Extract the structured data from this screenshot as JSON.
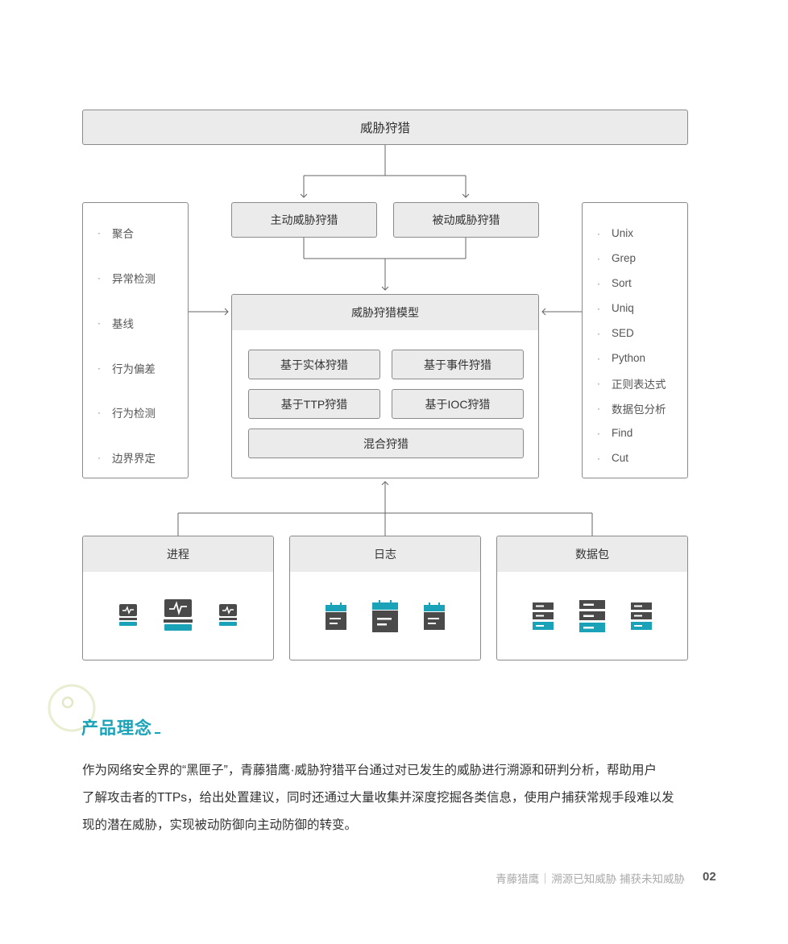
{
  "diagram": {
    "top": "威胁狩猎",
    "active": "主动威胁狩猎",
    "passive": "被动威胁狩猎",
    "model": {
      "title": "威胁狩猎模型",
      "items": [
        "基于实体狩猎",
        "基于事件狩猎",
        "基于TTP狩猎",
        "基于IOC狩猎",
        "混合狩猎"
      ]
    },
    "left_items": [
      "聚合",
      "异常检测",
      "基线",
      "行为偏差",
      "行为检测",
      "边界界定"
    ],
    "right_items": [
      "Unix",
      "Grep",
      "Sort",
      "Uniq",
      "SED",
      "Python",
      "正则表达式",
      "数据包分析",
      "Find",
      "Cut"
    ],
    "sources": [
      {
        "title": "进程",
        "icon": "monitor-icon"
      },
      {
        "title": "日志",
        "icon": "calendar-log-icon"
      },
      {
        "title": "数据包",
        "icon": "server-stack-icon"
      }
    ],
    "bullet": "·"
  },
  "section": {
    "title": "产品理念",
    "paragraph_lines": [
      "作为网络安全界的“黑匣子”，青藤猎鹰·威胁狩猎平台通过对已发生的威胁进行溯源和研判分析，帮助用户",
      "了解攻击者的TTPs，给出处置建议，同时还通过大量收集并深度挖掘各类信息，使用户捕获常规手段难以发",
      "现的潜在威胁，实现被动防御向主动防御的转变。"
    ]
  },
  "footer": {
    "brand": "青藤猎鹰",
    "slogan": "溯源已知威胁 捕获未知威胁",
    "page": "02"
  },
  "colors": {
    "accent": "#1aa3b8",
    "dark_icon": "#4a4a4a",
    "box_fill": "#ebebeb",
    "border": "#8a8a8a"
  }
}
